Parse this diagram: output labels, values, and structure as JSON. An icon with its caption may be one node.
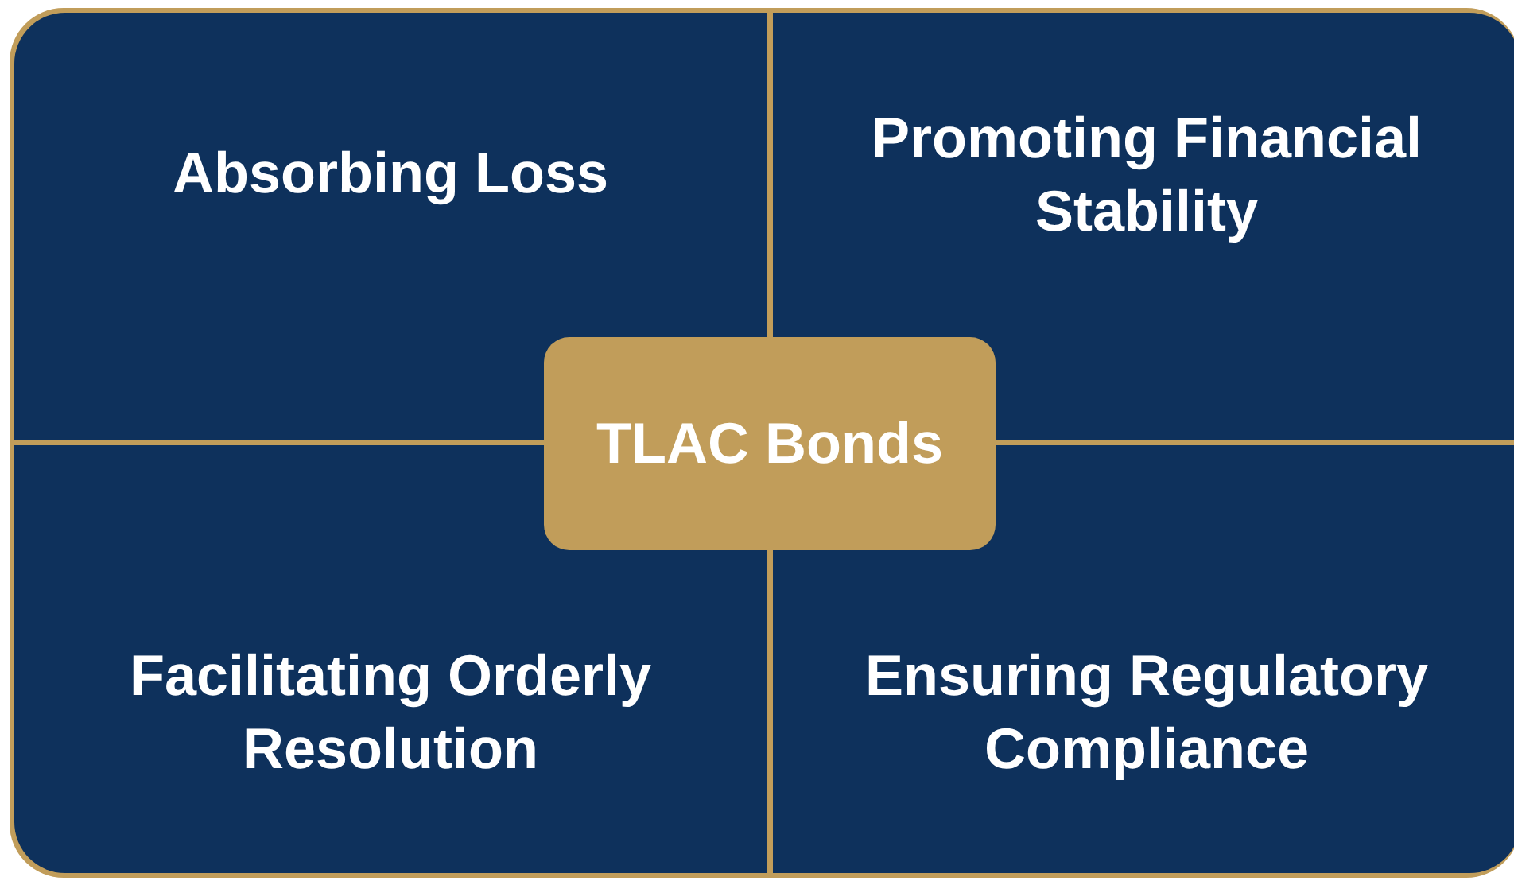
{
  "diagram": {
    "nodes": [
      {
        "text": [
          "Absorbing Loss"
        ]
      },
      {
        "text": [
          "Promoting Financial Stability"
        ]
      },
      {
        "text": [
          "Facilitating Orderly Resolution"
        ]
      },
      {
        "text": [
          "Ensuring Regulatory Compliance"
        ]
      },
      {
        "text": [
          "TLAC Bonds"
        ]
      }
    ],
    "edges": []
  }
}
